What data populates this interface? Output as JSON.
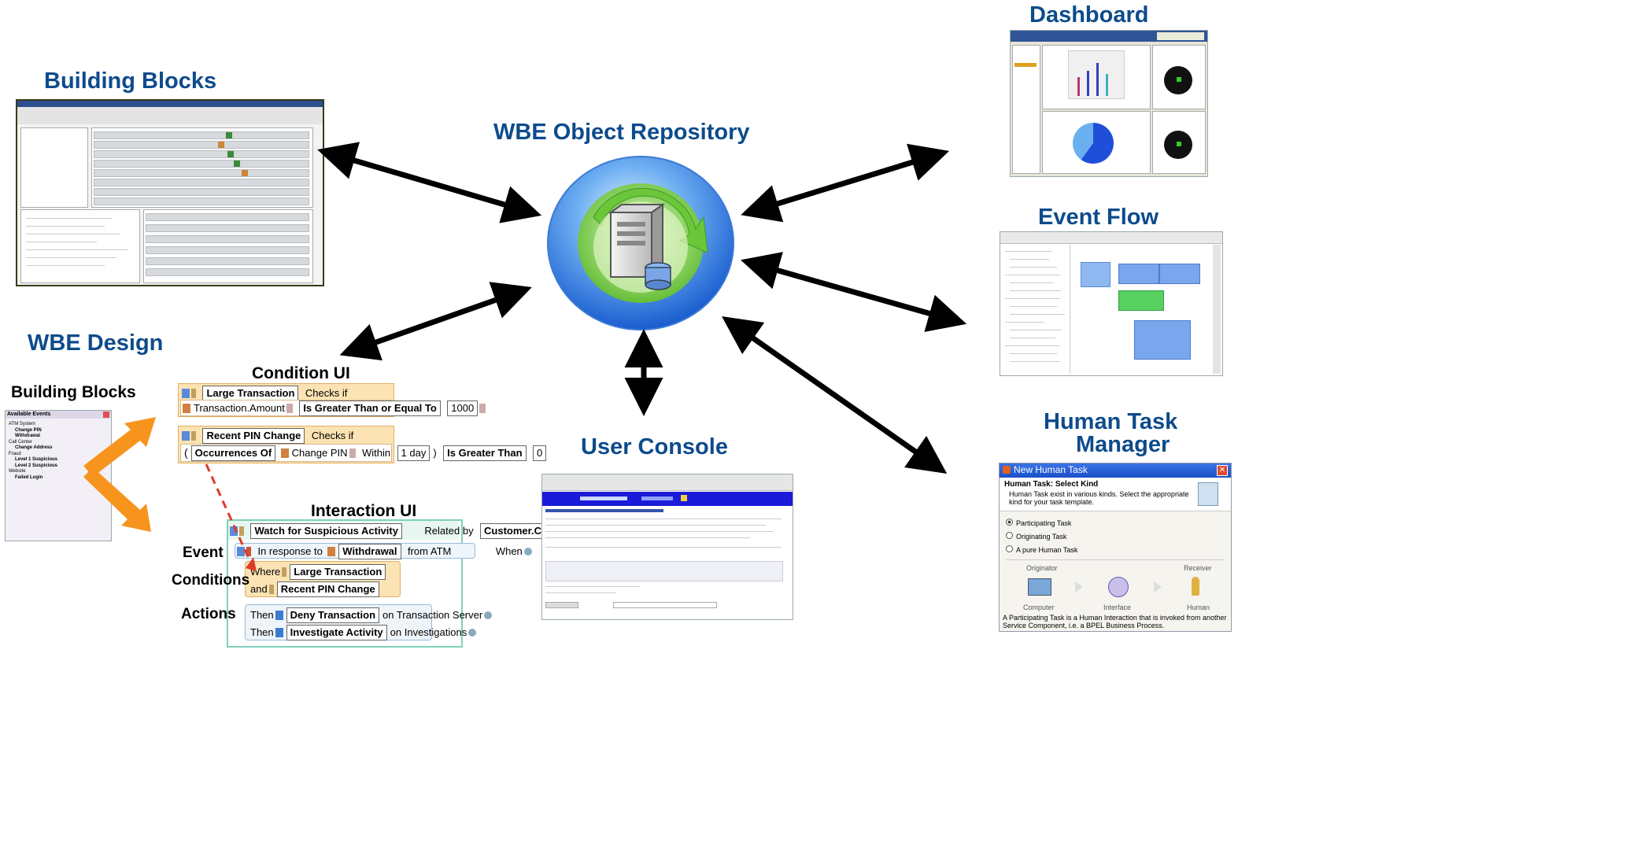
{
  "headings": {
    "building_blocks": "Building Blocks",
    "wbe_design": "WBE Design",
    "design_building_blocks": "Building Blocks",
    "repository": "WBE Object Repository",
    "user_console": "User Console",
    "dashboard": "Dashboard",
    "event_flow": "Event Flow",
    "human_task_line1": "Human Task",
    "human_task_line2": "Manager",
    "condition_ui": "Condition  UI",
    "interaction_ui": "Interaction UI"
  },
  "row_labels": {
    "event": "Event",
    "conditions": "Conditions",
    "actions": "Actions"
  },
  "event_list": {
    "title": "Available Events",
    "items": [
      "ATM System",
      "Change PIN",
      "Withdrawal",
      "Call Center",
      "Change Address",
      "Fraud",
      "Level 1 Suspicious",
      "Level 2 Suspicious",
      "Website",
      "Failed Login"
    ]
  },
  "condition1": {
    "name": "Large Transaction",
    "checks": "Checks if",
    "field": "Transaction.Amount",
    "op": "Is Greater Than or Equal To",
    "value": "1000"
  },
  "condition2": {
    "name": "Recent PIN Change",
    "checks": "Checks if",
    "func": "Occurrences Of",
    "event": "Change PIN",
    "within": "Within",
    "period": "1 day",
    "op": "Is Greater Than",
    "value": "0"
  },
  "interaction": {
    "name": "Watch for Suspicious Activity",
    "related": "Related by",
    "key": "Customer.Customer ID",
    "in_response": "In response to",
    "event": "Withdrawal",
    "from": "from ATM",
    "when": "When",
    "where": "Where",
    "cond1": "Large Transaction",
    "and": "and",
    "cond2": "Recent PIN Change",
    "then": "Then",
    "action1": "Deny Transaction",
    "on1": "on Transaction Server",
    "action2": "Investigate Activity",
    "on2": "on Investigations"
  },
  "human_task": {
    "window_title": "New Human Task",
    "select_kind": "Human Task: Select Kind",
    "desc": "Human Task exist in various kinds. Select the appropriate kind for your task template.",
    "options": [
      "Participating Task",
      "Originating Task",
      "A pure Human Task"
    ],
    "selected": "Participating Task",
    "originator": "Originator",
    "receiver": "Receiver",
    "computer": "Computer",
    "interface": "Interface",
    "human": "Human",
    "footer": "A Participating Task is a Human Interaction that is invoked from another Service Component, i.e. a BPEL Business Process."
  },
  "colors": {
    "heading": "#0d4b8c",
    "arrow": "#000000",
    "orange_arrow": "#f7941d",
    "condition_bg": "#fbe3b3",
    "interaction_border": "#7fd1b9"
  }
}
